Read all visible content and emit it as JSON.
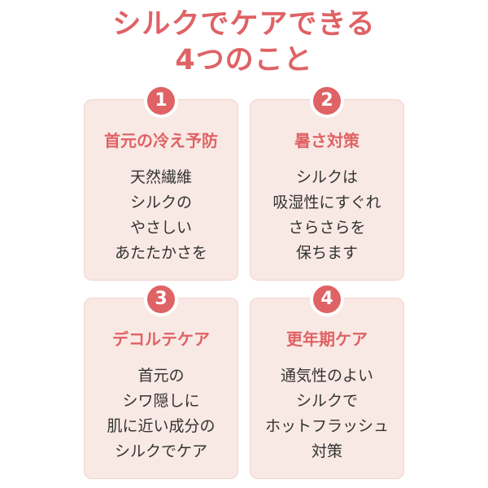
{
  "title": {
    "line1": "シルクでケアできる",
    "line2": "4つのこと"
  },
  "cards": [
    {
      "num": "1",
      "heading": "首元の冷え予防",
      "lines": [
        "天然繊維",
        "シルクの",
        "やさしい",
        "あたたかさを"
      ]
    },
    {
      "num": "2",
      "heading": "暑さ対策",
      "lines": [
        "シルクは",
        "吸湿性にすぐれ",
        "さらさらを",
        "保ちます"
      ]
    },
    {
      "num": "3",
      "heading": "デコルテケア",
      "lines": [
        "首元の",
        "シワ隠しに",
        "肌に近い成分の",
        "シルクでケア"
      ]
    },
    {
      "num": "4",
      "heading": "更年期ケア",
      "lines": [
        "通気性のよい",
        "シルクで",
        "ホットフラッシュ",
        "対策"
      ]
    }
  ]
}
